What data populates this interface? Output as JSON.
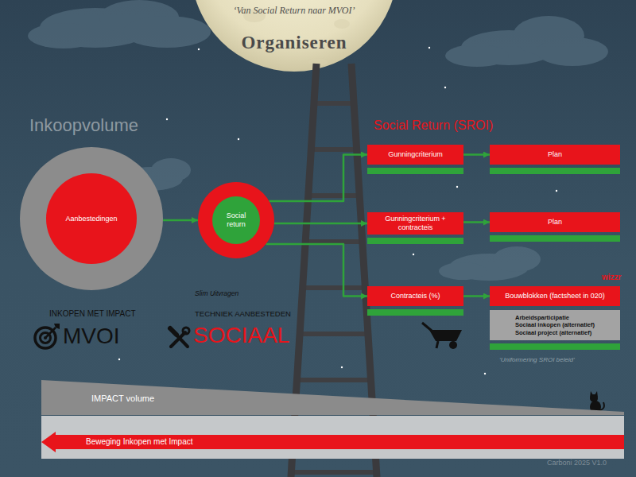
{
  "diagram": {
    "title": "Organiseren",
    "nodes": [
      {
        "text": [
          "Aanbestedingen"
        ]
      },
      {
        "text": [
          "Social return"
        ]
      },
      {
        "text": [
          "Gunningcriterium"
        ]
      },
      {
        "text": [
          "Plan"
        ]
      },
      {
        "text": [
          "Gunningcriterium + contracteis"
        ]
      },
      {
        "text": [
          "Plan"
        ]
      },
      {
        "text": [
          "Contracteis (%)"
        ]
      },
      {
        "text": [
          "Bouwblokken (factsheet in 020)"
        ]
      },
      {
        "text": [
          "Arbeidsparticipatie",
          "Sociaal inkopen (alternatief)",
          "Sociaal project (alternatief)"
        ]
      },
      {
        "text": [
          "IMPACT volume"
        ]
      },
      {
        "text": [
          "Beweging Inkopen met Impact"
        ]
      }
    ],
    "edges": [
      {
        "from": 0,
        "to": 1,
        "arrow": "to"
      },
      {
        "from": 1,
        "to": 2,
        "arrow": "to"
      },
      {
        "from": 1,
        "to": 4,
        "arrow": "to"
      },
      {
        "from": 1,
        "to": 6,
        "arrow": "to"
      },
      {
        "from": 2,
        "to": 3,
        "arrow": "to"
      },
      {
        "from": 4,
        "to": 5,
        "arrow": "to"
      },
      {
        "from": 6,
        "to": 7,
        "arrow": "to"
      }
    ],
    "labels": [
      "‘Van Social Return naar MVOI’",
      "Inkoopvolume",
      "Social Return (SROI)",
      "Slim Uitvragen",
      "TECHNIEK AANBESTEDEN",
      "SOCIAAL",
      "INKOPEN MET IMPACT",
      "MVOI",
      "wizzr",
      "‘Uniformering SROI beleid’",
      "Carboni 2025 V1.0"
    ]
  }
}
